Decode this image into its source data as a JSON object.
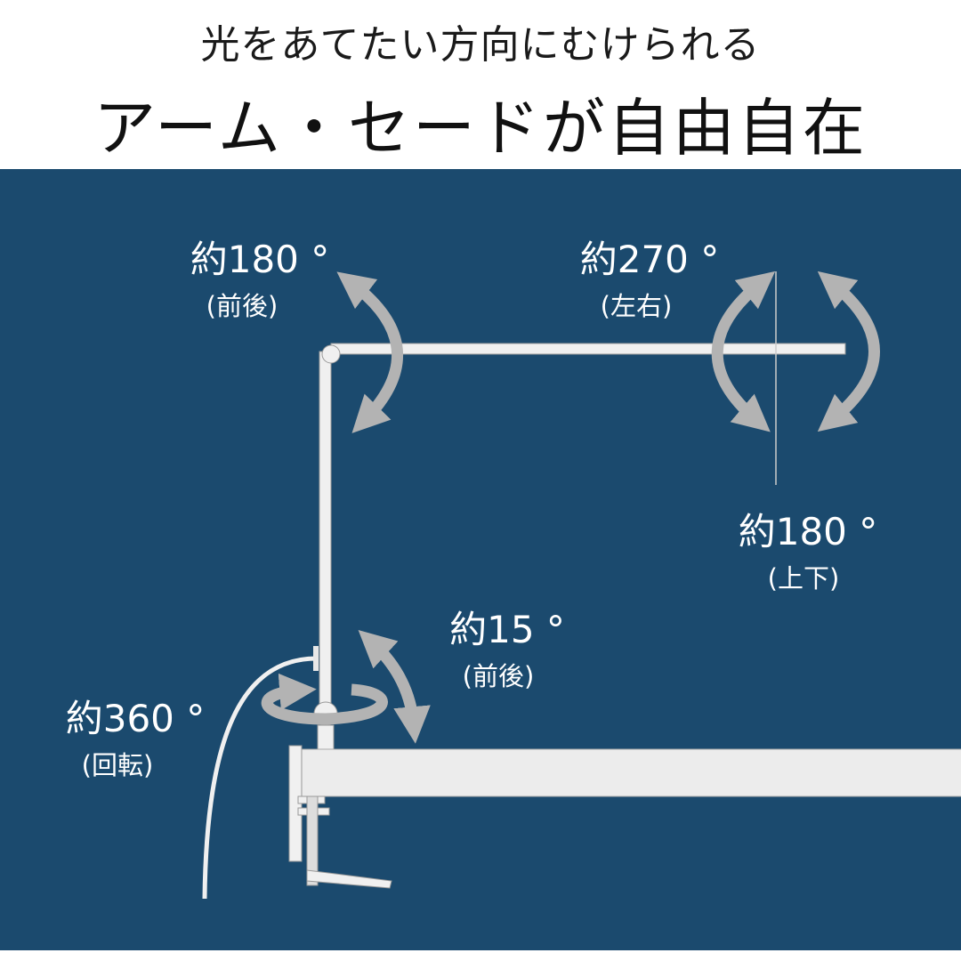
{
  "header": {
    "subtitle": "光をあてたい方向にむけられる",
    "title": "アーム・セードが自由自在"
  },
  "labels": [
    {
      "angle": "約180 °",
      "axis": "(前後)"
    },
    {
      "angle": "約270 °",
      "axis": "(左右)"
    },
    {
      "angle": "約180 °",
      "axis": "(上下)"
    },
    {
      "angle": "約15 °",
      "axis": "(前後)"
    },
    {
      "angle": "約360 °",
      "axis": "(回転)"
    }
  ],
  "colors": {
    "background": "#1b4a6e",
    "arrow": "#b3b3b3",
    "lamp": "#f0f0f0"
  }
}
